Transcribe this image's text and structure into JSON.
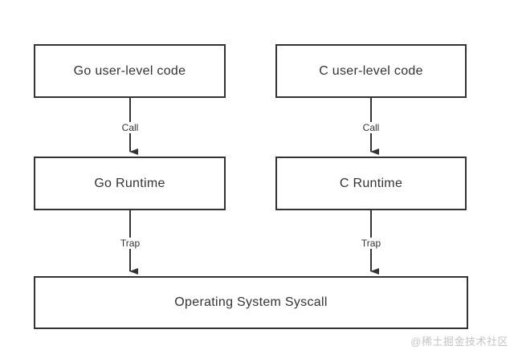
{
  "diagram": {
    "boxes": [
      {
        "id": "go-user-level-code",
        "label": "Go user-level code"
      },
      {
        "id": "c-user-level-code",
        "label": "C user-level code"
      },
      {
        "id": "go-runtime",
        "label": "Go Runtime"
      },
      {
        "id": "c-runtime",
        "label": "C Runtime"
      },
      {
        "id": "os-syscall",
        "label": "Operating System Syscall"
      }
    ],
    "edges": [
      {
        "from": "go-user-level-code",
        "to": "go-runtime",
        "label": "Call"
      },
      {
        "from": "c-user-level-code",
        "to": "c-runtime",
        "label": "Call"
      },
      {
        "from": "go-runtime",
        "to": "os-syscall",
        "label": "Trap"
      },
      {
        "from": "c-runtime",
        "to": "os-syscall",
        "label": "Trap"
      }
    ],
    "colors": {
      "border": "#333333",
      "text": "#333333",
      "background": "#ffffff",
      "watermark": "#c4c4c4"
    }
  },
  "watermark": {
    "text": "@稀土掘金技术社区"
  }
}
